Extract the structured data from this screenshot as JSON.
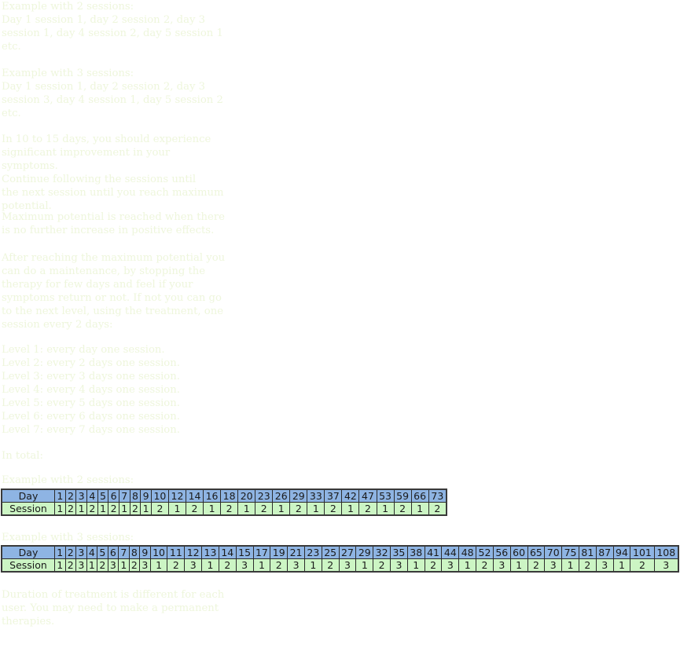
{
  "paragraphs": {
    "p1": "Example with 2 sessions:\nDay 1 session 1, day 2 session 2, day 3\nsession 1, day 4 session 2, day 5 session 1\netc.",
    "p2": "Example with 3 sessions:\nDay 1 session 1, day 2 session 2, day 3\nsession 3, day 4 session 1, day 5 session 2\netc.",
    "p3": "In 10 to 15 days, you should experience\nsignificant improvement in your symptoms.\nContinue following the sessions until\nthe next session until you reach maximum\npotential.",
    "p4": "Maximum potential is reached when there\nis no further increase in positive effects.",
    "p5": "After reaching the maximum potential you\ncan do a maintenance, by stopping the\ntherapy for few days and feel if your\nsymptoms return or not. If not you can go\nto the next level, using the treatment, one\nsession every 2 days:",
    "p6": "Duration of treatment is different for each\nuser. You may need to make a permanent\ntherapies."
  },
  "levels": [
    "Level 1: every day one session.",
    "Level 2: every 2 days one session.",
    "Level 3: every 3 days one session.",
    "Level 4: every 4 days one session.",
    "Level 5: every 5 days one session.",
    "Level 6: every 6 days one session.",
    "Level 7: every 7 days one session."
  ],
  "total_label": "In total:",
  "table_two_sessions": {
    "caption": "Example with 2 sessions:",
    "row_labels": {
      "day": "Day",
      "session": "Session"
    },
    "days": [
      1,
      2,
      3,
      4,
      5,
      6,
      7,
      8,
      9,
      10,
      12,
      14,
      16,
      18,
      20,
      23,
      26,
      29,
      33,
      37,
      42,
      47,
      53,
      59,
      66,
      73
    ],
    "sessions": [
      1,
      2,
      1,
      2,
      1,
      2,
      1,
      2,
      1,
      2,
      1,
      2,
      1,
      2,
      1,
      2,
      1,
      2,
      1,
      2,
      1,
      2,
      1,
      2,
      1,
      2
    ]
  },
  "table_three_sessions": {
    "caption": "Example with 3 sessions:",
    "row_labels": {
      "day": "Day",
      "session": "Session"
    },
    "days": [
      1,
      2,
      3,
      4,
      5,
      6,
      7,
      8,
      9,
      10,
      11,
      12,
      13,
      14,
      15,
      17,
      19,
      21,
      23,
      25,
      27,
      29,
      32,
      35,
      38,
      41,
      44,
      48,
      52,
      56,
      60,
      65,
      70,
      75,
      81,
      87,
      94,
      101,
      108
    ],
    "sessions": [
      1,
      2,
      3,
      1,
      2,
      3,
      1,
      2,
      3,
      1,
      2,
      3,
      1,
      2,
      3,
      1,
      2,
      3,
      1,
      2,
      3,
      1,
      2,
      3,
      1,
      2,
      3,
      1,
      2,
      3,
      1,
      2,
      3,
      1,
      2,
      3,
      1,
      2,
      3
    ]
  },
  "colors": {
    "faint_text": "#eef6dc",
    "day_row": "#8eb4e3",
    "session_row": "#ccf5c4",
    "border": "#2c2c2c"
  }
}
